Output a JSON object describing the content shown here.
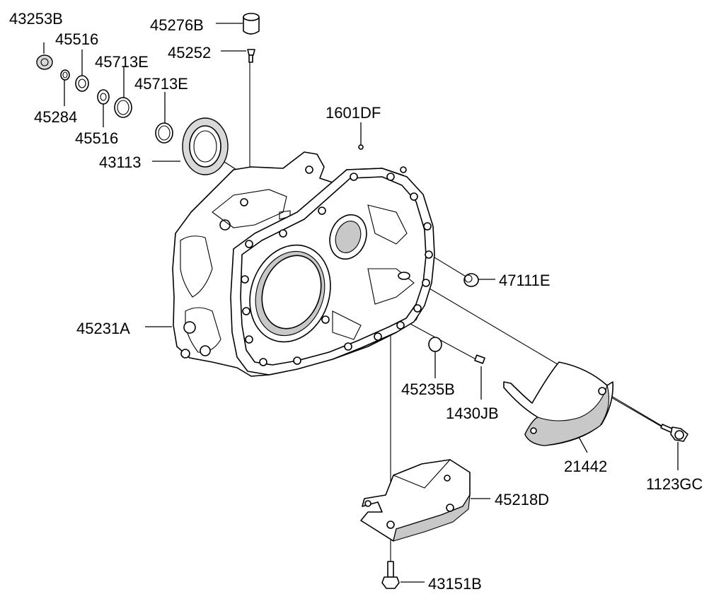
{
  "diagram": {
    "labels": {
      "p43253B": "43253B",
      "p45516a": "45516",
      "p45276B": "45276B",
      "p45252": "45252",
      "p45713Ea": "45713E",
      "p45713Eb": "45713E",
      "p45284": "45284",
      "p45516b": "45516",
      "p43113": "43113",
      "p1601DF": "1601DF",
      "p47111E": "47111E",
      "p45231A": "45231A",
      "p45235B": "45235B",
      "p1430JB": "1430JB",
      "p21442": "21442",
      "p1123GC": "1123GC",
      "p45218D": "45218D",
      "p43151B": "43151B"
    }
  }
}
